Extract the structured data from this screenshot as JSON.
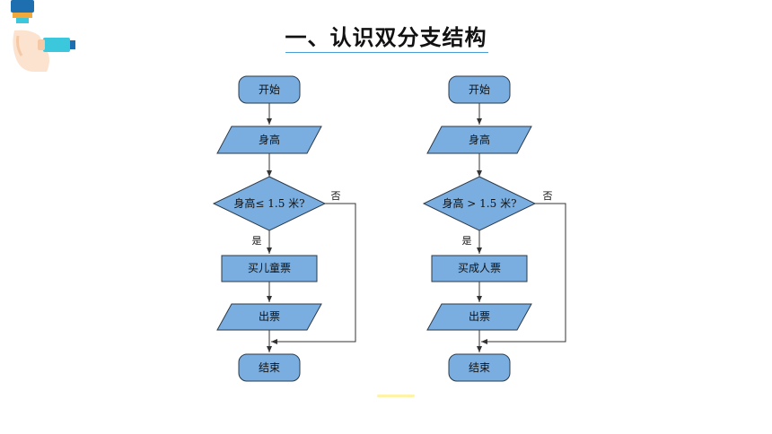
{
  "slide": {
    "title": "一、认识双分支结构"
  },
  "colors": {
    "node_fill": "#7aaee0",
    "node_stroke": "#2b3a4a",
    "line": "#333333",
    "title_rule": "#4a9fd8",
    "deco_blue": "#1d6fb0",
    "deco_cyan": "#3cc8dc",
    "deco_orange": "#f2a93b"
  },
  "left_flow": {
    "start": "开始",
    "input": "身高",
    "decision": "身高≤ 1.5 米?",
    "yes_label": "是",
    "no_label": "否",
    "process": "买儿童票",
    "output": "出票",
    "end": "结束"
  },
  "right_flow": {
    "start": "开始",
    "input": "身高",
    "decision": "身高 > 1.5 米?",
    "yes_label": "是",
    "no_label": "否",
    "process": "买成人票",
    "output": "出票",
    "end": "结束"
  },
  "decor": {
    "icon": "hand-holding-usb-icon"
  }
}
